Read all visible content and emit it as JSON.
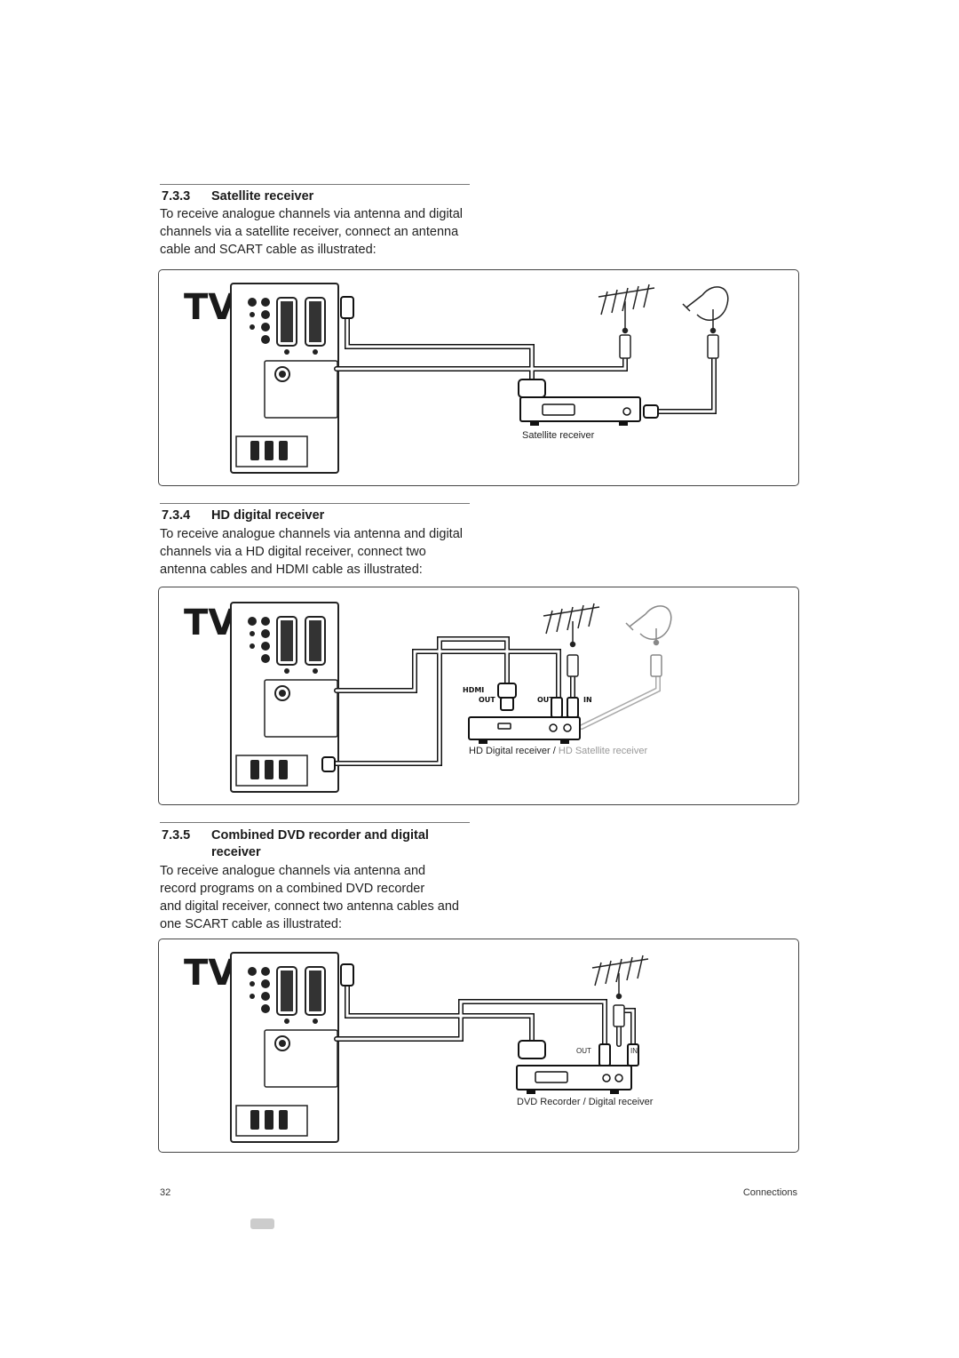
{
  "sections": [
    {
      "number": "7.3.3",
      "title": "Satellite receiver",
      "body_lines": [
        "To receive analogue channels via antenna and digital",
        "channels via a satellite receiver, connect an antenna",
        "cable and SCART cable as illustrated:"
      ]
    },
    {
      "number": "7.3.4",
      "title": "HD digital receiver",
      "body_lines": [
        "To receive analogue channels via antenna and digital",
        "channels via a HD digital receiver, connect two",
        "antenna cables and HDMI cable as illustrated:"
      ]
    },
    {
      "number": "7.3.5",
      "title": "Combined DVD recorder and digital receiver",
      "body_lines": [
        "To receive analogue channels via antenna and",
        "record programs on a combined DVD recorder",
        "and digital receiver, connect two antenna cables and",
        "one SCART cable as illustrated:"
      ]
    }
  ],
  "diagrams": [
    {
      "tv_label": "TV",
      "caption": "Satellite receiver"
    },
    {
      "tv_label": "TV",
      "caption": "HD Digital receiver /",
      "caption_alt": "HD Satellite receiver",
      "device_ports": {
        "hdmi": "HDMI",
        "hdmi_out": "OUT",
        "antenna_out": "OUT",
        "antenna_in": "IN"
      }
    },
    {
      "tv_label": "TV",
      "caption": "DVD Recorder / Digital receiver",
      "device_ports": {
        "antenna_out": "OUT",
        "antenna_in": "IN"
      }
    }
  ],
  "footer": {
    "page_number": "32",
    "chapter": "Connections"
  },
  "colors": {
    "text": "#1a1a1a",
    "rule": "#777777",
    "panel_border": "#444444",
    "caption_grey": "#999999",
    "tab_marker": "#cccccc"
  }
}
